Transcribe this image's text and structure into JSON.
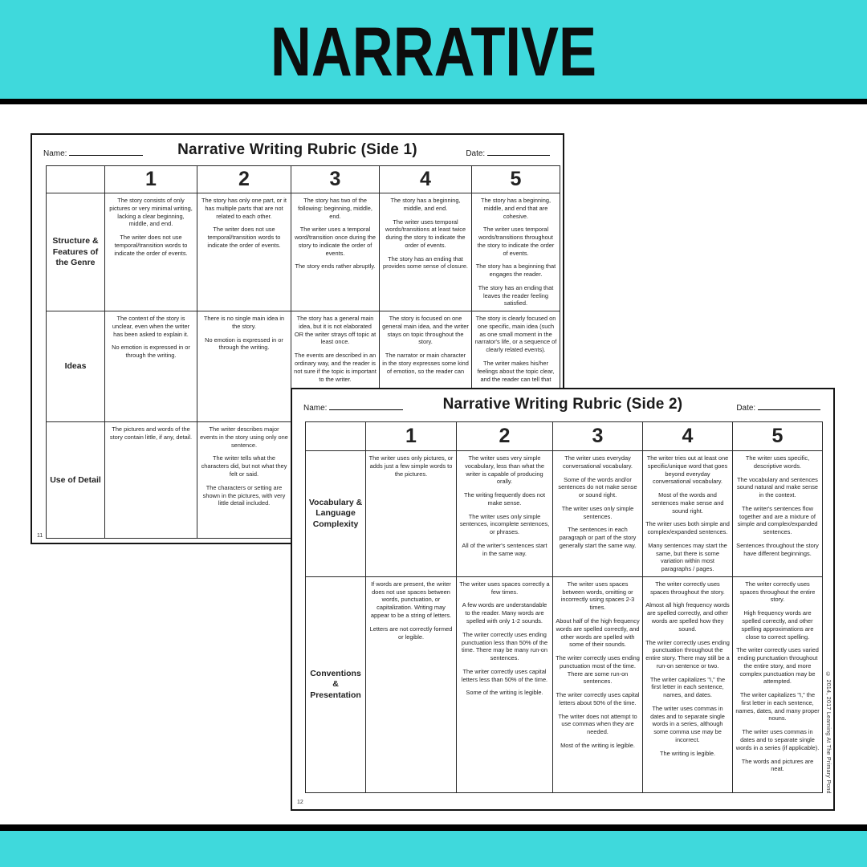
{
  "banner": {
    "title": "NARRATIVE",
    "accent_color": "#3fd9dc",
    "divider_color": "#000000"
  },
  "page1": {
    "name_label": "Name:",
    "date_label": "Date:",
    "title": "Narrative Writing Rubric (Side 1)",
    "page_number": "11",
    "columns": [
      "1",
      "2",
      "3",
      "4",
      "5"
    ],
    "rows": [
      {
        "label": "Structure & Features of the Genre",
        "cells": [
          [
            "The story consists of only pictures or very minimal writing, lacking a clear beginning, middle, and end.",
            "The writer does not use temporal/transition words to indicate the order of events."
          ],
          [
            "The story has only one part, or it has multiple parts that are not related to each other.",
            "The writer does not use temporal/transition words to indicate the order of events."
          ],
          [
            "The story has two of the following:  beginning, middle, end.",
            "The writer uses a temporal word/transition once during the story to indicate the order of events.",
            "The story ends rather abruptly."
          ],
          [
            "The story has a beginning, middle, and end.",
            "The writer uses temporal words/transitions at least twice during the story to indicate the order of events.",
            "The story has an ending that provides some sense of closure."
          ],
          [
            "The story has a beginning, middle, and end that are cohesive.",
            "The writer uses temporal words/transitions throughout the story to indicate the order of events.",
            "The story has a beginning that engages the reader.",
            "The story has an ending that leaves the reader feeling satisfied."
          ]
        ]
      },
      {
        "label": "Ideas",
        "cells": [
          [
            "The content of the story is unclear, even when the writer has been asked to explain it.",
            "No emotion is expressed in or through the writing."
          ],
          [
            "There is no single main idea in the story.",
            "No emotion is expressed in or through the writing."
          ],
          [
            "The story has a general main idea, but it is not elaborated OR the writer strays off topic at least once.",
            "The events are described in an ordinary way, and the reader is not sure if the topic is important to the writer."
          ],
          [
            "The story is focused on one general main idea, and the writer stays on topic throughout the story.",
            "The narrator or main character in the story expresses some kind of emotion, so the reader can"
          ],
          [
            "The story is clearly focused on one specific, main idea (such as one small moment in the narrator's life, or a sequence of clearly related events).",
            "The writer makes his/her feelings about the topic clear, and the reader can tell that"
          ]
        ]
      },
      {
        "label": "Use of Detail",
        "cells": [
          [
            "The pictures and words of the story contain little, if any, detail."
          ],
          [
            "The writer describes major events in the story using only one sentence.",
            "The writer tells what the characters did, but not what they felt or said.",
            "The characters or setting are shown in the pictures, with very little detail included."
          ],
          [],
          [],
          []
        ]
      }
    ]
  },
  "page2": {
    "name_label": "Name:",
    "date_label": "Date:",
    "title": "Narrative Writing Rubric (Side 2)",
    "page_number": "12",
    "copyright": "© 2014, 2017 Learning At The Primary Pond",
    "columns": [
      "1",
      "2",
      "3",
      "4",
      "5"
    ],
    "rows": [
      {
        "label": "Vocabulary & Language Complexity",
        "cells": [
          [
            "The writer uses only pictures, or adds just a few simple words to the pictures."
          ],
          [
            "The writer uses very simple vocabulary, less than what the writer is capable of producing orally.",
            "The writing frequently does not make sense.",
            "The writer uses only simple sentences, incomplete sentences, or phrases.",
            "All of the writer's sentences start in the same way."
          ],
          [
            "The writer uses everyday conversational vocabulary.",
            "Some of the words and/or sentences do not make sense or sound right.",
            "The writer uses only simple sentences.",
            "The sentences in each paragraph or part of the story generally start the same way."
          ],
          [
            "The writer tries out at least one specific/unique word that goes beyond everyday conversational vocabulary.",
            "Most of the words and sentences make sense and sound right.",
            "The writer uses both simple and complex/expanded sentences.",
            "Many sentences may start the same, but there is some variation within most paragraphs / pages."
          ],
          [
            "The writer uses specific, descriptive words.",
            "The vocabulary and sentences sound natural and make sense in the context.",
            "The writer's sentences flow together and are a mixture of simple and complex/expanded sentences.",
            "Sentences throughout the story have different beginnings."
          ]
        ]
      },
      {
        "label": "Conventions & Presentation",
        "cells": [
          [
            "If words are present, the writer does not use spaces between words, punctuation, or capitalization.  Writing may appear to be a string of letters.",
            "Letters are not correctly formed or legible."
          ],
          [
            "The writer uses spaces correctly a few times.",
            "A few words are understandable to the reader. Many words are spelled with only 1-2 sounds.",
            "The writer correctly uses ending punctuation less than 50% of the time.  There may be many run-on sentences.",
            "The writer correctly uses capital letters less than 50% of the time.",
            "Some of the writing is legible."
          ],
          [
            "The writer uses spaces between words, omitting or incorrectly using spaces 2-3 times.",
            "About half of the high frequency words are spelled correctly, and other words are spelled with some of their sounds.",
            "The writer correctly uses ending punctuation most of the time.  There are some run-on sentences.",
            "The writer correctly uses capital letters about 50% of the time.",
            "The writer does not attempt to use commas when they are needed.",
            "Most of the writing is legible."
          ],
          [
            "The writer correctly uses spaces throughout the story.",
            "Almost all high frequency words are spelled correctly, and other words are spelled how they sound.",
            "The writer correctly uses ending punctuation throughout the entire story.  There may still be a run-on sentence or two.",
            "The writer capitalizes \"I,\" the first letter in each sentence, names, and dates.",
            "The writer uses commas in dates and to separate single words in a series, although some comma use may be incorrect.",
            "The writing is legible."
          ],
          [
            "The writer correctly uses spaces throughout the entire story.",
            "High frequency words are spelled correctly, and other spelling approximations are close to correct spelling.",
            "The writer correctly uses varied ending punctuation throughout the entire story, and more complex punctuation may be attempted.",
            "The writer capitalizes \"I,\" the first letter in each sentence, names, dates, and many proper nouns.",
            "The writer uses commas in dates and to separate single words in a series (if applicable).",
            "The words and pictures are neat."
          ]
        ]
      }
    ]
  }
}
